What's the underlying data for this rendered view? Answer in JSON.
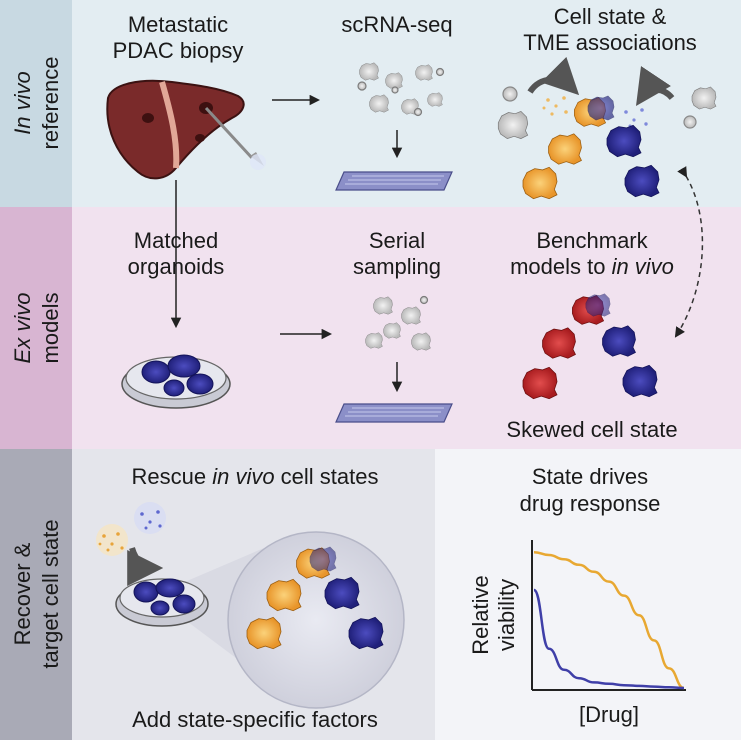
{
  "rows": {
    "in_vivo": {
      "side_label_italic": "In vivo",
      "side_label_plain": "reference",
      "biopsy_line1": "Metastatic",
      "biopsy_line2": "PDAC biopsy",
      "scrna": "scRNA-seq",
      "assoc_line1": "Cell state &",
      "assoc_line2": "TME associations"
    },
    "ex_vivo": {
      "side_label_italic": "Ex vivo",
      "side_label_plain": "models",
      "organoids_line1": "Matched",
      "organoids_line2": "organoids",
      "serial_line1": "Serial",
      "serial_line2": "sampling",
      "bench_line1": "Benchmark",
      "bench_line2_plain": "models to ",
      "bench_line2_italic": "in vivo",
      "skewed": "Skewed cell state"
    },
    "recover": {
      "side_label_line1": "Recover &",
      "side_label_line2": "target cell state",
      "rescue_plain1": "Rescue ",
      "rescue_italic": "in vivo",
      "rescue_plain2": " cell states",
      "add_factors": "Add state-specific factors",
      "drug_title_line1": "State drives",
      "drug_title_line2": "drug response"
    }
  },
  "chart_data": {
    "type": "line",
    "xlabel": "[Drug]",
    "ylabel_line1": "Relative",
    "ylabel_line2": "viability",
    "x": [
      0,
      0.1,
      0.2,
      0.3,
      0.4,
      0.5,
      0.6,
      0.7,
      0.8,
      0.9,
      1.0
    ],
    "series": [
      {
        "color": "#e8a832",
        "values": [
          0.97,
          0.95,
          0.92,
          0.88,
          0.83,
          0.76,
          0.66,
          0.52,
          0.34,
          0.14,
          0.0
        ]
      },
      {
        "color": "#3f3fa8",
        "values": [
          0.7,
          0.28,
          0.13,
          0.07,
          0.04,
          0.03,
          0.02,
          0.015,
          0.01,
          0.005,
          0.0
        ]
      }
    ]
  },
  "colors": {
    "row1_bg": "#e3edf2",
    "row2_bg": "#f1e2ef",
    "row3_bg": "#e4e5eb",
    "side1": "#c8d9e2",
    "side2": "#d8b5d2",
    "side3": "#a9aab6",
    "liver": "#7a2a2a",
    "blue_cell": "#2c2c8c",
    "orange_cell": "#e59a2e",
    "red_cell": "#c0282a"
  }
}
